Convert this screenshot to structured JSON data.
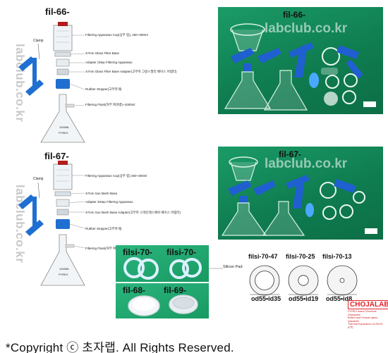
{
  "sections": {
    "fil66": {
      "model": "fil-66-",
      "clamp": "Clamp",
      "callouts": [
        "Filtering Apparatus Cup(상부 컵), 250~300ml",
        "47mm Glass Filter Base",
        "Adapter (Step Filtering Apparatus",
        "47mm Glass Filter Base Adapter(고무마 그랑스필터 베이스 어댑터)",
        "Rubber Stopper(고무마개)",
        "Filtering Flask(하부 여과병)~1000ml"
      ],
      "flask_text": "1000ML",
      "flask_brand": "PYREX",
      "photo_model": "fil-66-",
      "photo_watermark": "labclub.co.kr"
    },
    "fil67": {
      "model": "fil-67-",
      "clamp": "Clamp",
      "callouts": [
        "Filtering Apparatus Cup(상부 컵) 250~300ml",
        "47mm Sus Mesh Base",
        "Adapter 3Step Filtering Apparatus",
        "47mm Sus Mesh Base Adapter(고무마 스테인레스메쉬 베이스 어댑터)",
        "Rubber Stopper(고무마개)",
        "Filtering Flask(하부 여과병)"
      ],
      "flask_text": "1000ML",
      "flask_brand": "PYREX",
      "photo_model": "fil-67-",
      "photo_watermark": "labclub.co.kr"
    },
    "side_watermark": "labclub.co.kr",
    "accessories": {
      "pad_left_label": "filsi-70-",
      "pad_right_label": "filsi-70-",
      "silicon_pad_label": "Silicon Pad",
      "base68_label": "fil-68-",
      "base69_label": "fil-69-"
    },
    "rings": [
      {
        "model": "filsi-70-47",
        "dims": "od55•id35",
        "inner_fraction": 0.636
      },
      {
        "model": "filsi-70-25",
        "dims": "od55•id19",
        "inner_fraction": 0.345
      },
      {
        "model": "filsi-70-13",
        "dims": "od55•id8",
        "inner_fraction": 0.145
      }
    ],
    "brand": {
      "name": "CHOJALAB",
      "note_lines": [
        "PYREX brand Chemical Glassware",
        "Bolted and Feature glass Industrial",
        "Thermal Expansion ±3.25x10-6/℃"
      ]
    }
  },
  "footer": {
    "text": "*Copyright ⓒ 초자랩.    All Rights Reserved."
  },
  "colors": {
    "photo_green": "#0f7d50",
    "clamp_blue": "#1f6fd1",
    "brand_red": "#e0242a"
  }
}
